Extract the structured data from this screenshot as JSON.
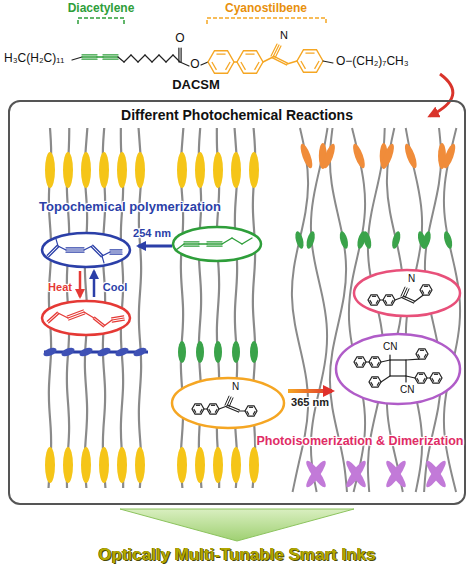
{
  "diagram": {
    "nodes": [
      {
        "text": [
          "Different Photochemical Reactions"
        ]
      },
      {
        "text": [
          "N"
        ],
        "in": 0
      },
      {
        "text": [
          "N"
        ],
        "in": 0
      },
      {
        "text": [
          "CN",
          "CN"
        ],
        "in": 0
      }
    ],
    "edges": [
      {
        "from": 1,
        "to": 3,
        "arrow": "to",
        "label": "365 nm"
      }
    ],
    "labels": [
      "Diacetylene",
      "Cyanostilbene",
      "H₃C(H₂C)₁₁",
      "O",
      "O",
      "N",
      "O−(CH₂)₇CH₃",
      "DACSM",
      "Topochemical polymerization",
      "254 nm",
      "Heat",
      "Cool",
      "Photoisomerization & Dimerization",
      "Optically Multi-Tunable Smart Inks"
    ]
  }
}
